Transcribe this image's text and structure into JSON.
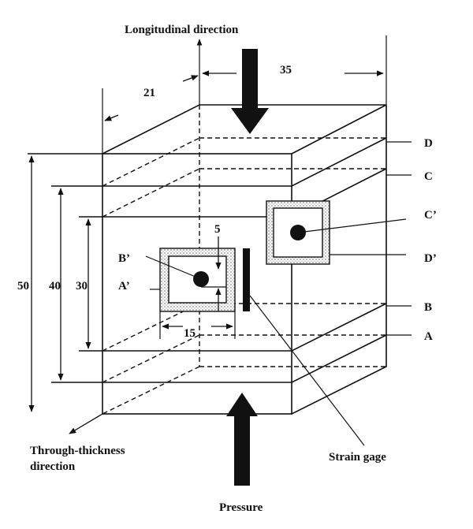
{
  "labels": {
    "longitudinal": "Longitudinal direction",
    "through_thickness_line1": "Through-thickness",
    "through_thickness_line2": "direction",
    "strain_gage": "Strain gage",
    "pressure": "Pressure"
  },
  "dimensions": {
    "d50": "50",
    "d40": "40",
    "d30": "30",
    "d35": "35",
    "d21": "21",
    "d5": "5",
    "d15": "15"
  },
  "planes": {
    "A": "A",
    "B": "B",
    "C": "C",
    "D": "D",
    "A_prime": "A’",
    "B_prime": "B’",
    "C_prime": "C’",
    "D_prime": "D’"
  },
  "colors": {
    "ink": "#111111",
    "stipple": "#b8b8b8",
    "background": "#ffffff"
  }
}
